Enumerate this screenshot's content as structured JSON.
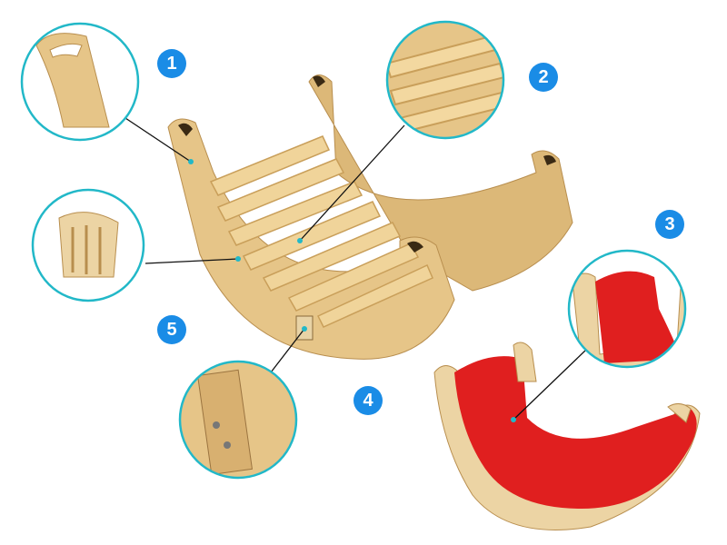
{
  "colors": {
    "badge": "#1a8ce6",
    "callout_ring": "#22b8c8",
    "wood": "#e6c588",
    "wood_dark": "#c99f5a",
    "cushion": "#e01f1f",
    "leader": "#111111"
  },
  "badges": [
    {
      "label": "1"
    },
    {
      "label": "2"
    },
    {
      "label": "3"
    },
    {
      "label": "4"
    },
    {
      "label": "5"
    }
  ]
}
